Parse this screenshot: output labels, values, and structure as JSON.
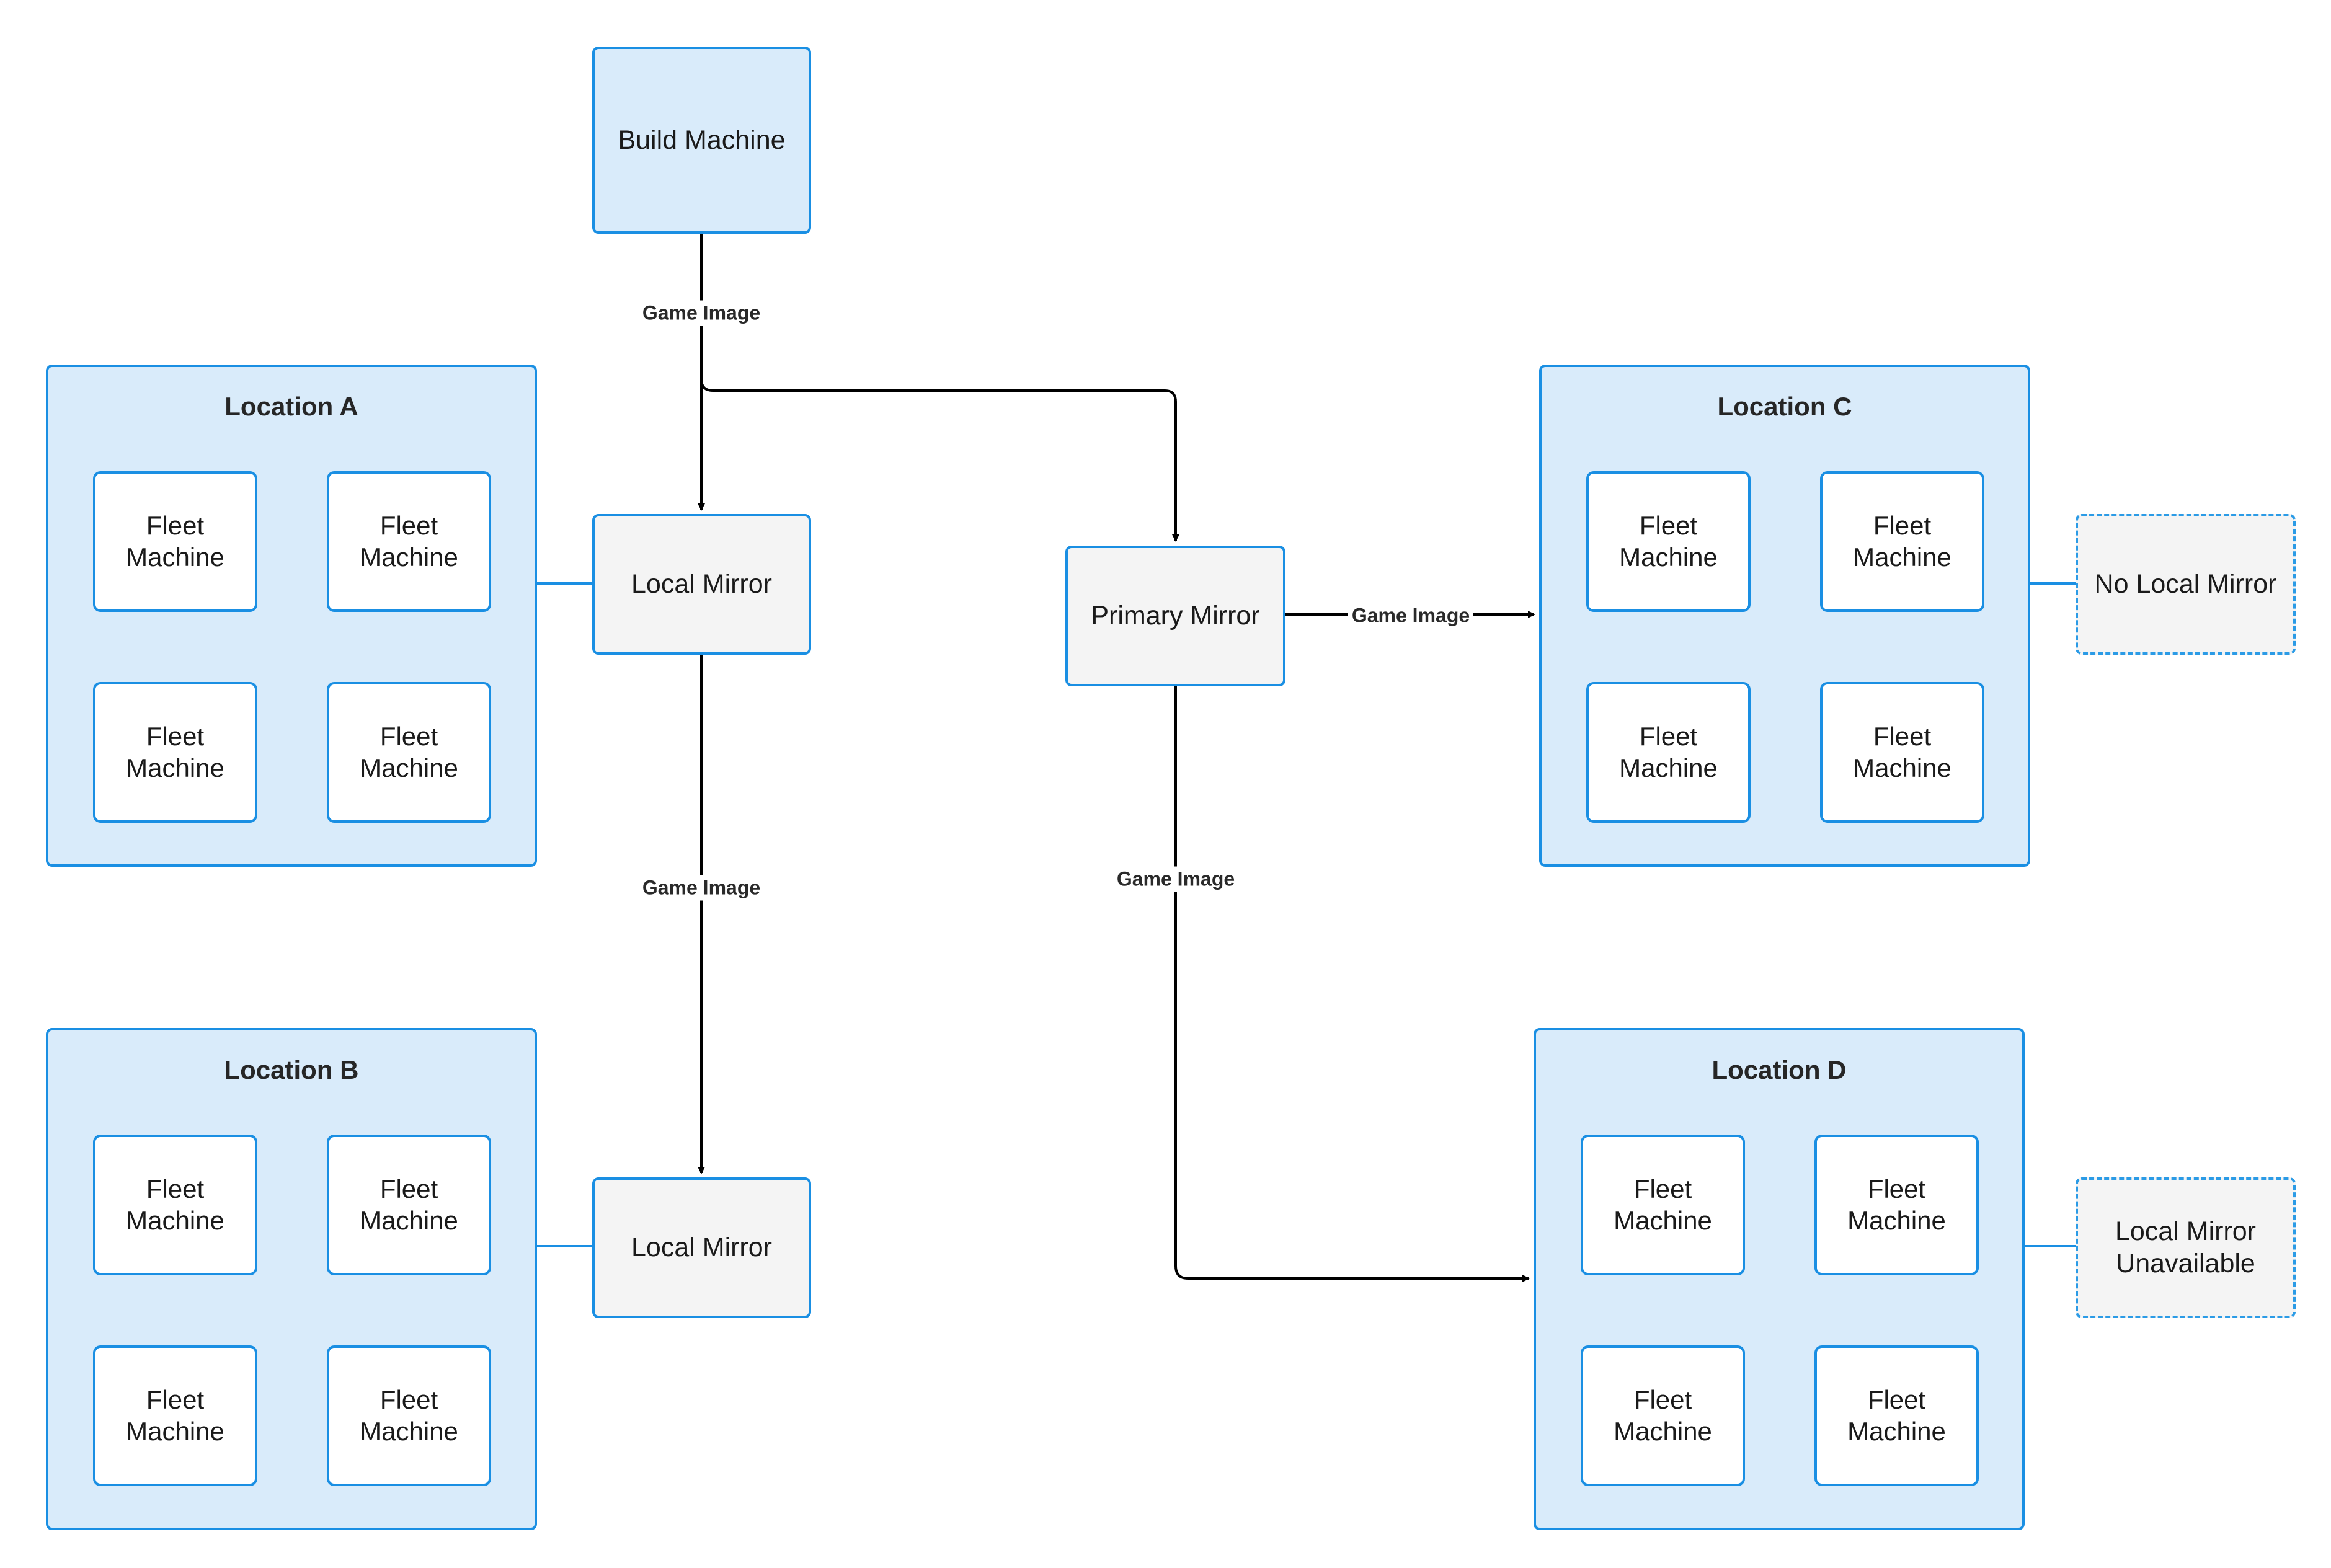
{
  "nodes": {
    "build_machine": "Build Machine",
    "primary_mirror": "Primary Mirror",
    "local_mirror_a": "Local Mirror",
    "local_mirror_b": "Local Mirror",
    "no_local_mirror": "No Local Mirror",
    "local_mirror_unavailable": "Local Mirror Unavailable"
  },
  "locations": [
    {
      "title": "Location A",
      "machines": [
        "Fleet Machine",
        "Fleet Machine",
        "Fleet Machine",
        "Fleet Machine"
      ]
    },
    {
      "title": "Location B",
      "machines": [
        "Fleet Machine",
        "Fleet Machine",
        "Fleet Machine",
        "Fleet Machine"
      ]
    },
    {
      "title": "Location C",
      "machines": [
        "Fleet Machine",
        "Fleet Machine",
        "Fleet Machine",
        "Fleet Machine"
      ]
    },
    {
      "title": "Location D",
      "machines": [
        "Fleet Machine",
        "Fleet Machine",
        "Fleet Machine",
        "Fleet Machine"
      ]
    }
  ],
  "edges": {
    "build_to_mirrors": "Game Image",
    "mirror_a_to_b": "Game Image",
    "primary_to_c": "Game Image",
    "primary_to_d": "Game Image"
  },
  "colors": {
    "node_border": "#1a8fe3",
    "group_fill": "#d9ebfa",
    "mirror_fill": "#f4f4f4",
    "edge": "#000000"
  }
}
